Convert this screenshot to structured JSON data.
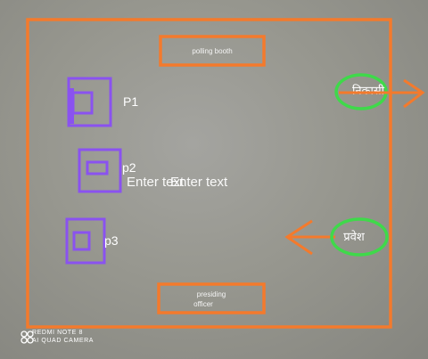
{
  "labels": {
    "booth": "polling booth",
    "officer_line1": "presiding",
    "officer_line2": "officer",
    "p1": "P1",
    "p2": "p2",
    "p3": "p3",
    "placeholder_a": "Enter text",
    "placeholder_b": "Enter text",
    "exit": "निकासी",
    "entry": "प्रवेश"
  },
  "watermark": {
    "line1": "REDMI NOTE 8",
    "line2": "AI QUAD CAMERA"
  },
  "colors": {
    "outline": "#f47a2c",
    "booth": "#8a52f0",
    "circle": "#3fd94a",
    "text": "#ffffff"
  },
  "icons": {
    "exit_arrow": "arrow-right-icon",
    "entry_arrow": "arrow-left-icon",
    "camera": "camera-lens-icon"
  }
}
